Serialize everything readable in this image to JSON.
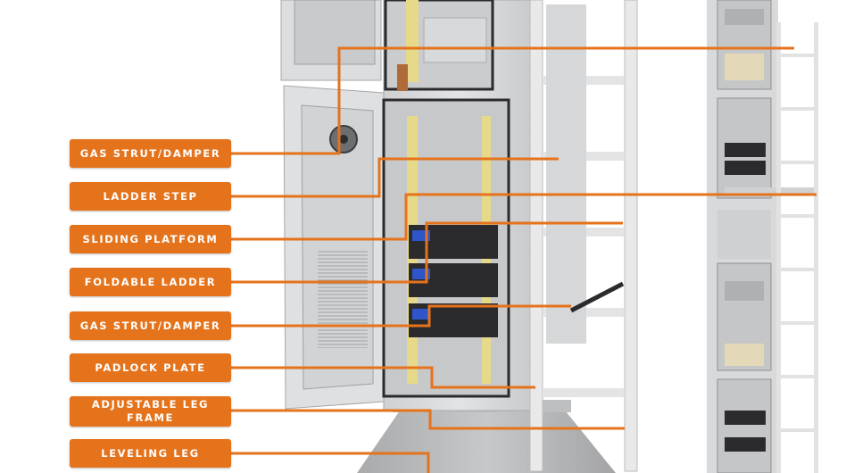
{
  "callouts": [
    {
      "id": "gas-strut-damper-top",
      "text": "GAS STRUT/DAMPER"
    },
    {
      "id": "ladder-step",
      "text": "LADDER STEP"
    },
    {
      "id": "sliding-platform",
      "text": "SLIDING PLATFORM"
    },
    {
      "id": "foldable-ladder",
      "text": "FOLDABLE LADDER"
    },
    {
      "id": "gas-strut-damper-bottom",
      "text": "GAS STRUT/DAMPER"
    },
    {
      "id": "padlock-plate",
      "text": "PADLOCK PLATE"
    },
    {
      "id": "adjustable-leg-frame",
      "text": "ADJUSTABLE  LEG\nFRAME"
    },
    {
      "id": "leveling-leg",
      "text": "LEVELING LEG"
    }
  ],
  "colors": {
    "accent": "#e5731c",
    "cabinet": "#d9dadb",
    "interior": "#cfd0d1",
    "frame": "#ececec",
    "base": "#b9babc",
    "equipment": "#2b2b2e",
    "rail": "#e6d98a",
    "screen": "#2e56c9"
  }
}
